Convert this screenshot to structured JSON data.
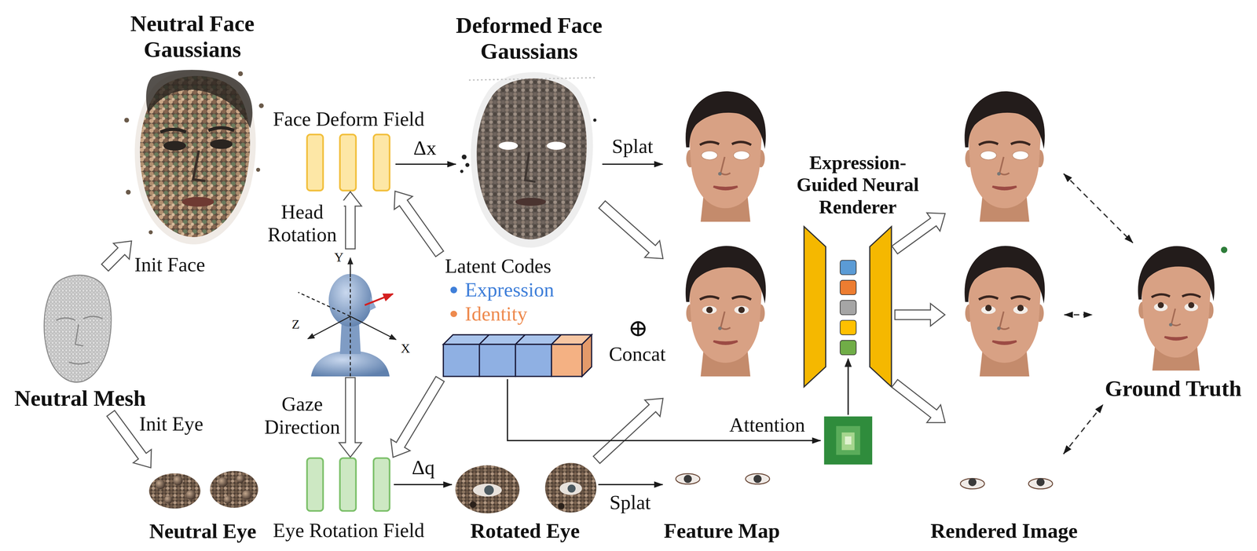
{
  "diagram": {
    "nodes": [
      {
        "text": [
          "Neutral Face Gaussians"
        ]
      },
      {
        "text": [
          "Face Deform Field"
        ]
      },
      {
        "text": [
          "Deformed Face Gaussians"
        ]
      },
      {
        "text": [
          "Neutral Mesh"
        ]
      },
      {
        "text": [
          "Y",
          "Z",
          "X"
        ]
      },
      {
        "text": [
          "Latent Codes"
        ]
      },
      {
        "text": [
          "Neutral Eye"
        ]
      },
      {
        "text": [
          "Eye Rotation Field"
        ]
      },
      {
        "text": [
          "Rotated Eye"
        ]
      },
      {
        "text": [
          "Feature Map"
        ]
      },
      {
        "text": [
          "Expression-Guided Neural Renderer"
        ]
      },
      {
        "text": [
          "Rendered Image"
        ]
      },
      {
        "text": [
          "Ground Truth"
        ]
      }
    ],
    "edges": [
      {
        "from": 3,
        "to": 0,
        "arrow": "to",
        "label": "Init Face"
      },
      {
        "from": 3,
        "to": 6,
        "arrow": "to",
        "label": "Init Eye"
      },
      {
        "from": 1,
        "to": 2,
        "arrow": "to",
        "label": "Δx"
      },
      {
        "from": 4,
        "to": 1,
        "arrow": "to",
        "label": "Head Rotation"
      },
      {
        "from": 4,
        "to": 7,
        "arrow": "to",
        "label": "Gaze Direction"
      },
      {
        "from": 5,
        "to": 1,
        "arrow": "to"
      },
      {
        "from": 5,
        "to": 7,
        "arrow": "to"
      },
      {
        "from": 7,
        "to": 8,
        "arrow": "to",
        "label": "Δq"
      },
      {
        "from": 2,
        "to": 9,
        "arrow": "to",
        "label": "Splat"
      },
      {
        "from": 2,
        "to": 9,
        "arrow": "to"
      },
      {
        "from": 8,
        "to": 9,
        "arrow": "to",
        "label": "Splat"
      },
      {
        "from": 8,
        "to": 9,
        "arrow": "to"
      },
      {
        "from": 5,
        "to": 10,
        "arrow": "to",
        "label": "Attention"
      },
      {
        "from": 10,
        "to": 11,
        "arrow": "to"
      },
      {
        "from": 10,
        "to": 11,
        "arrow": "to"
      },
      {
        "from": 10,
        "to": 11,
        "arrow": "to"
      },
      {
        "from": 11,
        "to": 12,
        "arrow": "both"
      },
      {
        "from": 11,
        "to": 12,
        "arrow": "both"
      },
      {
        "from": 11,
        "to": 12,
        "arrow": "both"
      }
    ],
    "labels": [
      "⊕",
      "Concat"
    ],
    "legend": [
      {
        "text": "Expression",
        "color": "#3f7fd9"
      },
      {
        "text": "Identity",
        "color": "#ee8a4e"
      }
    ]
  }
}
